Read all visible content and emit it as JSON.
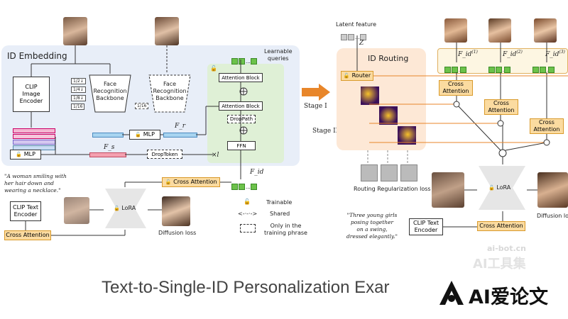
{
  "left": {
    "panel_title": "ID Embedding",
    "clip_image_encoder": "CLIP\nImage\nEncoder",
    "face_backbone_1": "Face\nRecognition\nBackbone",
    "face_backbone_2": "Face\nRecognition\nBackbone",
    "scale_labels": [
      "1/2↓",
      "1/4↓",
      "1/8↓",
      "1/16"
    ],
    "scale_aux": "1/16",
    "mlp_1": "MLP",
    "mlp_2": "MLP",
    "f_r": "F_r",
    "f_s": "F_s",
    "droptoken": "DropToken",
    "learnable_queries": "Learnable\nqueries",
    "attention_block_1": "Attention Block",
    "attention_block_2": "Attention Block",
    "droppath": "DropPath",
    "ffn": "FFN",
    "times_l": "×l",
    "f_id": "F_id",
    "cross_attention_main": "Cross Attention",
    "cross_attention_text": "Cross Attention",
    "prompt": "\"A woman smiling with\nher hair down and\nwearing a necklace.\"",
    "clip_text_encoder": "CLIP Text\nEncoder",
    "lora": "LoRA",
    "diffusion_loss": "Diffusion loss",
    "legend": {
      "trainable": "Trainable",
      "shared": "Shared",
      "training_only": "Only in the\ntraining phrase"
    }
  },
  "middle": {
    "stage_1": "Stage I",
    "stage_2": "Stage II"
  },
  "right": {
    "latent_feature": "Latent feature",
    "z": "Z",
    "panel_title": "ID Routing",
    "router": "Router",
    "f_ids": [
      "F_id",
      "F_id",
      "F_id"
    ],
    "f_id_sups": [
      "(1)",
      "(2)",
      "(3)"
    ],
    "cross_attention": [
      "Cross\nAttention",
      "Cross\nAttention",
      "Cross\nAttention"
    ],
    "routing_loss": "Routing Regularization loss",
    "lora": "LoRA",
    "diffusion_loss": "Diffusion lo",
    "prompt": "\"Three young girls\nposing together\non a swing,\ndressed elegantly.\"",
    "clip_text_encoder": "CLIP Text\nEncoder",
    "cross_attention_text": "Cross Attention"
  },
  "caption": "Text-to-Single-ID Personalization Exar",
  "watermark": {
    "brand": "AI爱论文",
    "faint_site": "ai-bot.cn",
    "faint_text": "AI工具集"
  },
  "colors": {
    "panel_blue": "#e8eef8",
    "panel_green": "#dff0d6",
    "panel_orange": "#fde8d6",
    "orange_box": "#fbdba0",
    "arrow_orange": "#e8862a"
  }
}
